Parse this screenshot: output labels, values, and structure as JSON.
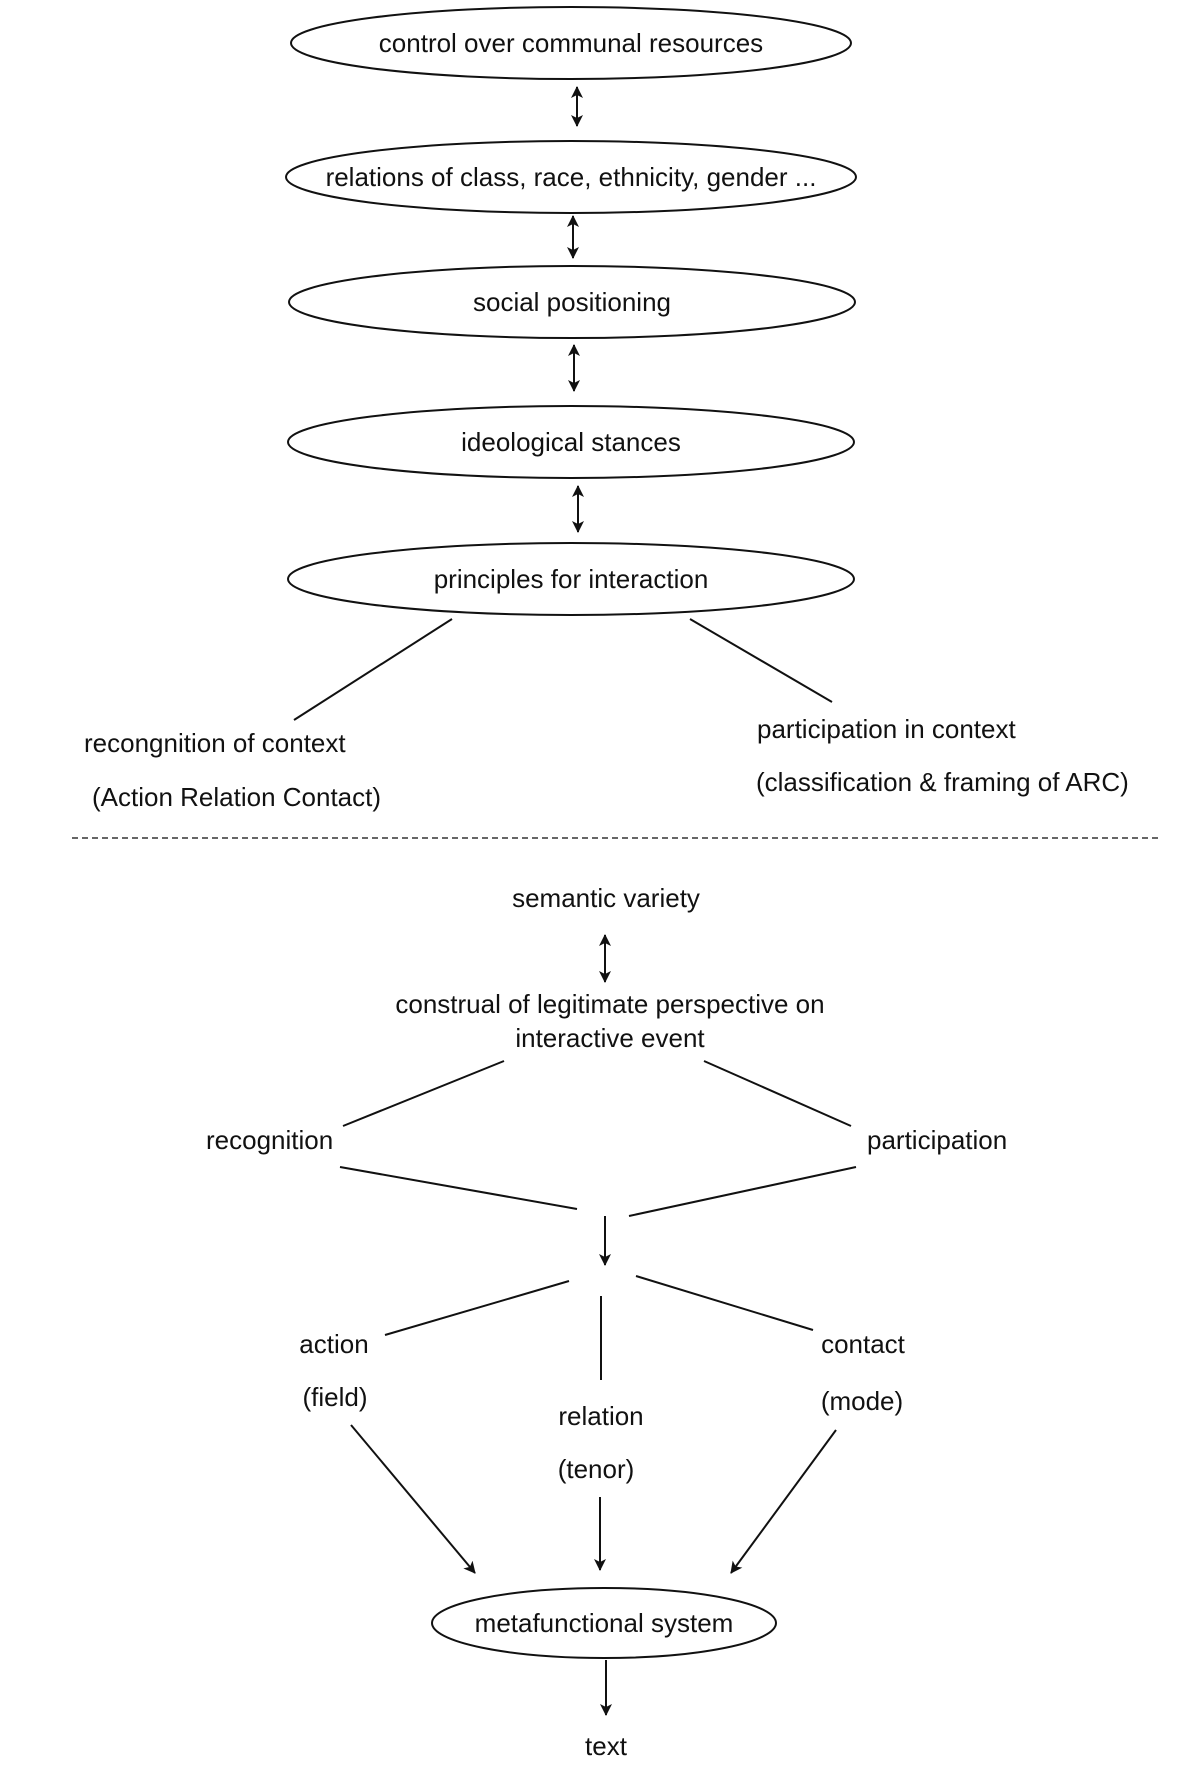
{
  "upper": {
    "ellipses": {
      "communal_resources": "control over communal resources",
      "relations": "relations of class, race, ethnicity, gender ...",
      "social_positioning": "social positioning",
      "ideological_stances": "ideological stances",
      "principles": "principles for interaction"
    },
    "left_branch": {
      "title": "recongnition of context",
      "subtitle": "(Action Relation Contact)"
    },
    "right_branch": {
      "title": "participation in context",
      "subtitle": "(classification & framing of ARC)"
    }
  },
  "lower": {
    "semantic_variety": "semantic variety",
    "construal": {
      "line1": "construal of legitimate perspective on",
      "line2": "interactive event"
    },
    "recognition": "recognition",
    "participation": "participation",
    "action": {
      "title": "action",
      "sub": "(field)"
    },
    "relation": {
      "title": "relation",
      "sub": "(tenor)"
    },
    "contact": {
      "title": "contact",
      "sub": "(mode)"
    },
    "metafunctional": "metafunctional system",
    "text": "text"
  },
  "colors": {
    "ink": "#111111",
    "background": "#ffffff"
  }
}
